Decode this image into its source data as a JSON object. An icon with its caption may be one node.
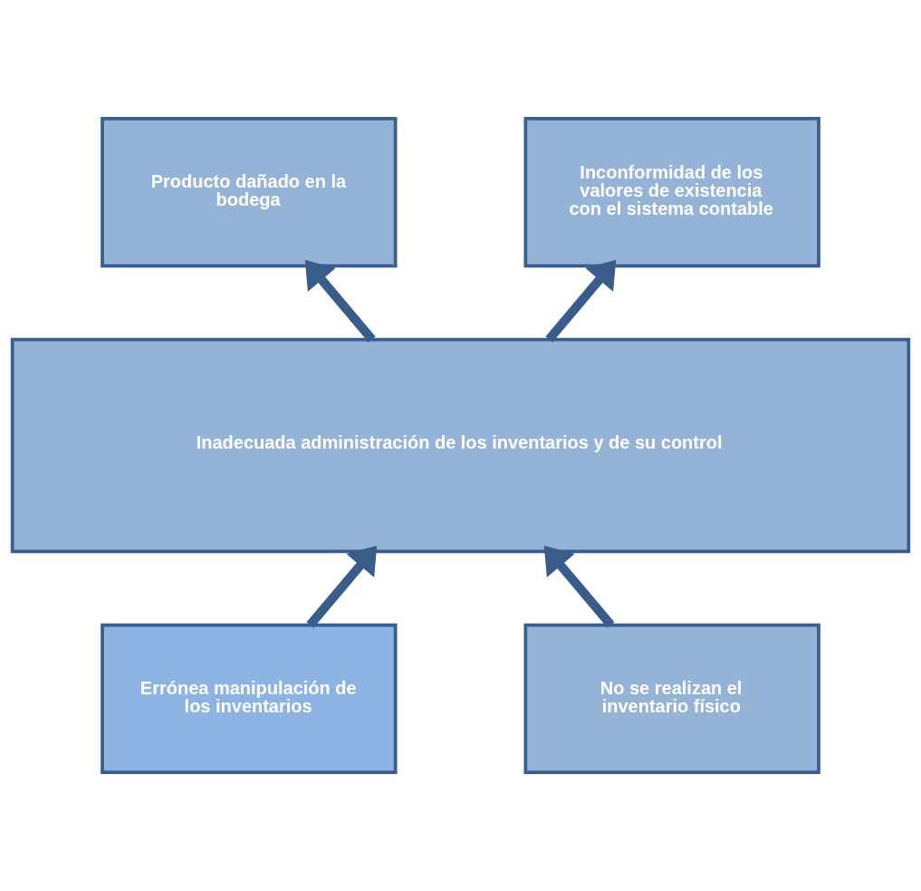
{
  "diagram": {
    "nodes": [
      {
        "text": [
          "Producto dañado en la bodega"
        ]
      },
      {
        "text": [
          "Inconformidad de los valores de existencia con el sistema contable"
        ]
      },
      {
        "text": [
          "Inadecuada administración de los inventarios y de su control"
        ]
      },
      {
        "text": [
          "Errónea manipulación de los inventarios"
        ]
      },
      {
        "text": [
          "No se realizan el inventario físico"
        ]
      }
    ],
    "edges": [
      {
        "from": 2,
        "to": 0,
        "arrow": "to"
      },
      {
        "from": 2,
        "to": 1,
        "arrow": "to"
      },
      {
        "from": 3,
        "to": 2,
        "arrow": "to"
      },
      {
        "from": 4,
        "to": 2,
        "arrow": "to"
      }
    ]
  }
}
